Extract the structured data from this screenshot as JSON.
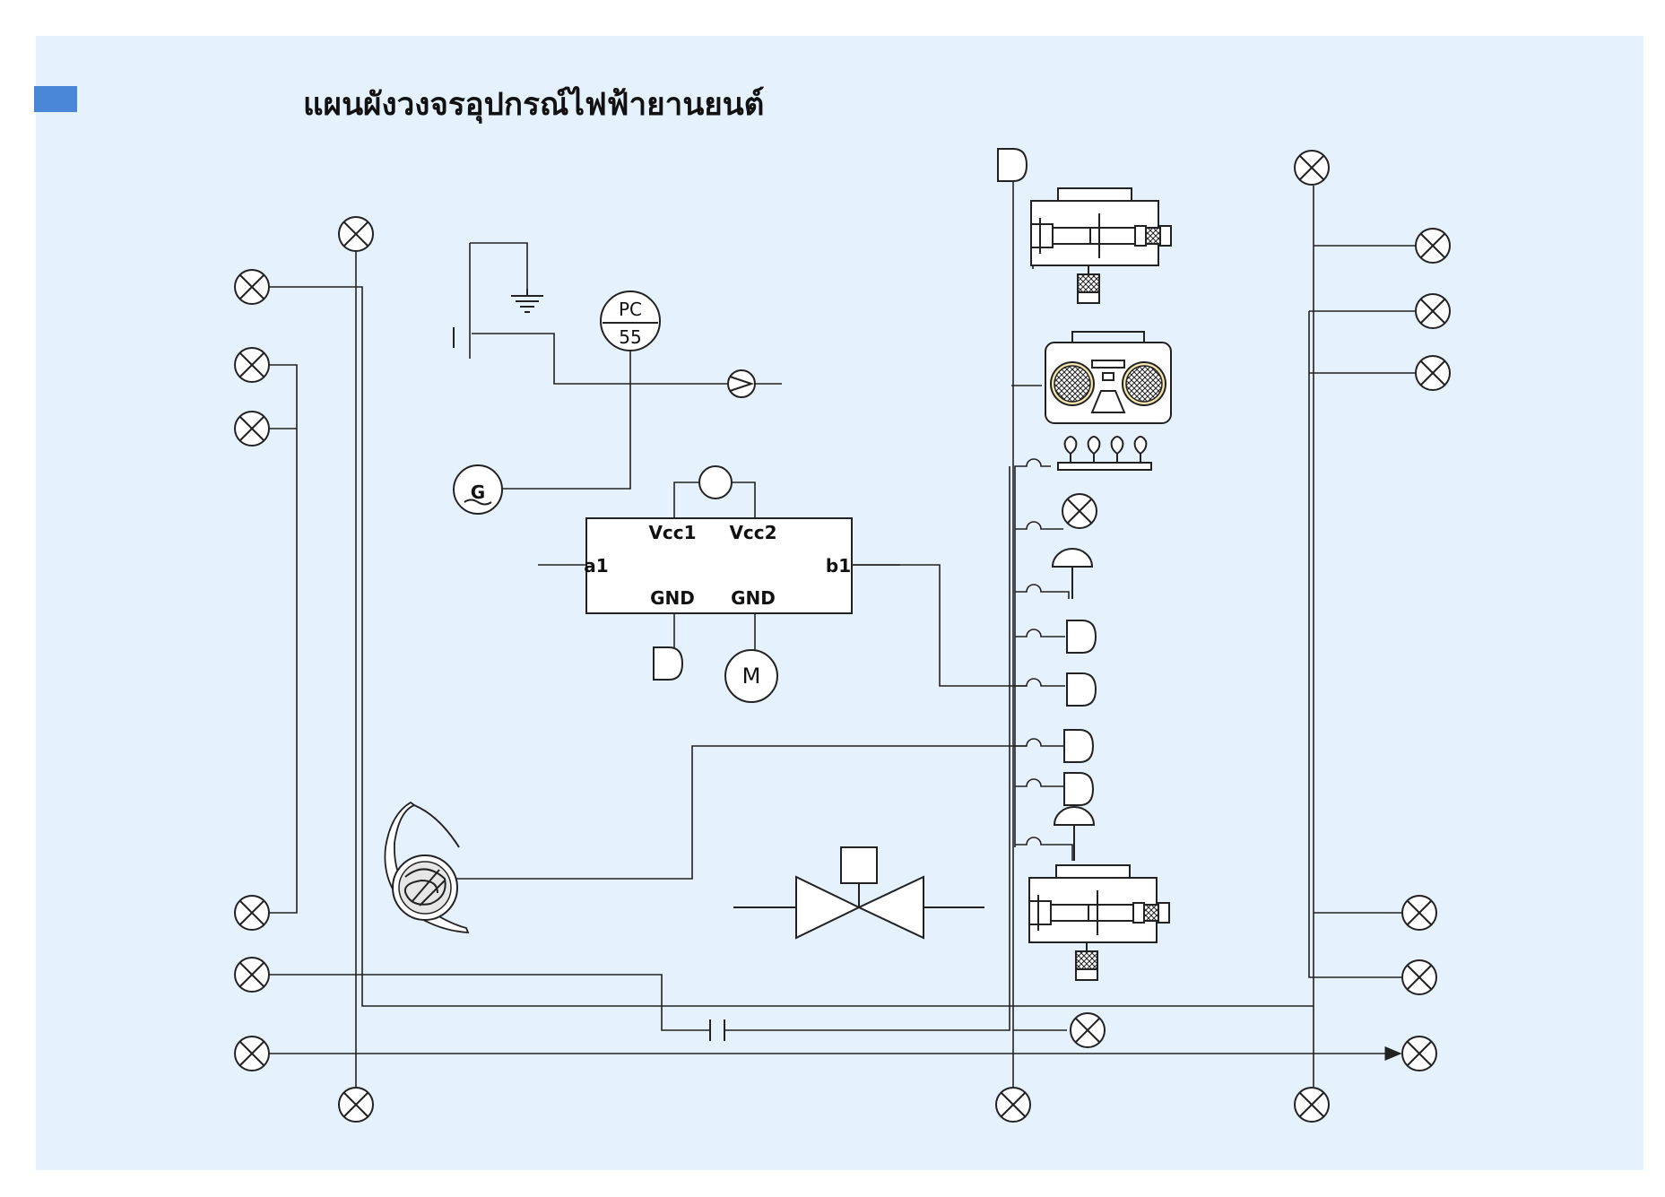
{
  "title": "แผนผังวงจรอุปกรณ์ไฟฟ้ายานยนต์",
  "colors": {
    "background": "#e5f1fc",
    "accent": "#4a86d8",
    "line": "#222222"
  },
  "meter": {
    "top": "PC",
    "bottom": "55"
  },
  "generator": {
    "label": "G"
  },
  "motor": {
    "label": "M"
  },
  "ic": {
    "vcc1": "Vcc1",
    "vcc2": "Vcc2",
    "gnd1": "GND",
    "gnd2": "GND",
    "in": "a1",
    "out": "b1"
  }
}
